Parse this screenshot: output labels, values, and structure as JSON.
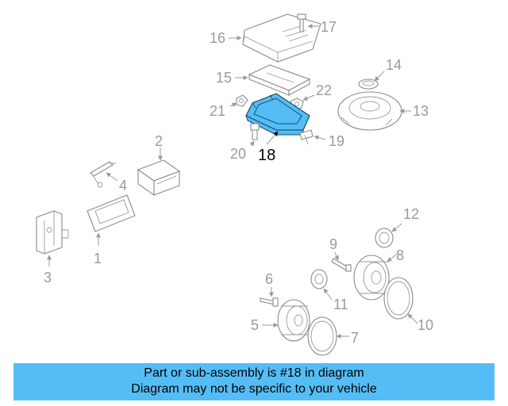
{
  "highlight_color": "#55bdf5",
  "callouts": {
    "c1": "1",
    "c2": "2",
    "c3": "3",
    "c4": "4",
    "c5": "5",
    "c6": "6",
    "c7": "7",
    "c8": "8",
    "c9": "9",
    "c10": "10",
    "c11": "11",
    "c12": "12",
    "c13": "13",
    "c14": "14",
    "c15": "15",
    "c16": "16",
    "c17": "17",
    "c18": "18",
    "c19": "19",
    "c20": "20",
    "c21": "21",
    "c22": "22"
  },
  "banner": {
    "line1": "Part or sub-assembly is #18 in diagram",
    "line2": "Diagram may not be specific to your vehicle"
  }
}
